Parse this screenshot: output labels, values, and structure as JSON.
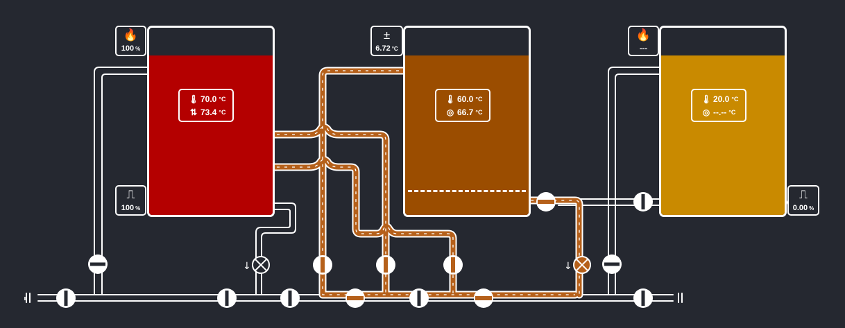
{
  "colors": {
    "background": "#252830",
    "line": "#ffffff",
    "flow": "#b5601a",
    "tank1_fill": "#b40000",
    "tank2_fill": "#9b4d00",
    "tank3_fill": "#c98a00"
  },
  "tank1": {
    "top_badge": {
      "icon": "flame-icon",
      "value": "100",
      "unit": "%"
    },
    "bottom_badge": {
      "icon": "pulse-icon",
      "value": "100",
      "unit": "%"
    },
    "readout": {
      "temp": "70.0",
      "temp_unit": "°C",
      "setpoint": "73.4",
      "setpoint_unit": "°C"
    },
    "fill_level_percent": 88
  },
  "tank2": {
    "top_badge": {
      "icon": "plus-minus-icon",
      "value": "6.72",
      "unit": "°C"
    },
    "readout": {
      "temp": "60.0",
      "temp_unit": "°C",
      "target": "66.7",
      "target_unit": "°C"
    },
    "fill_level_percent": 88
  },
  "tank3": {
    "top_badge": {
      "icon": "flame-icon",
      "value": "---",
      "unit": ""
    },
    "bottom_badge": {
      "icon": "pulse-icon",
      "value": "0.00",
      "unit": "%"
    },
    "readout": {
      "temp": "20.0",
      "temp_unit": "°C",
      "target": "--.--",
      "target_unit": "°C"
    },
    "fill_level_percent": 88
  },
  "icons": {
    "flame": "🔥",
    "plus_minus": "±",
    "pulse": "⎍",
    "thermometer": "🌡",
    "updown": "⇅",
    "target": "◎",
    "arrow_down": "↓",
    "ground": "⏚"
  }
}
